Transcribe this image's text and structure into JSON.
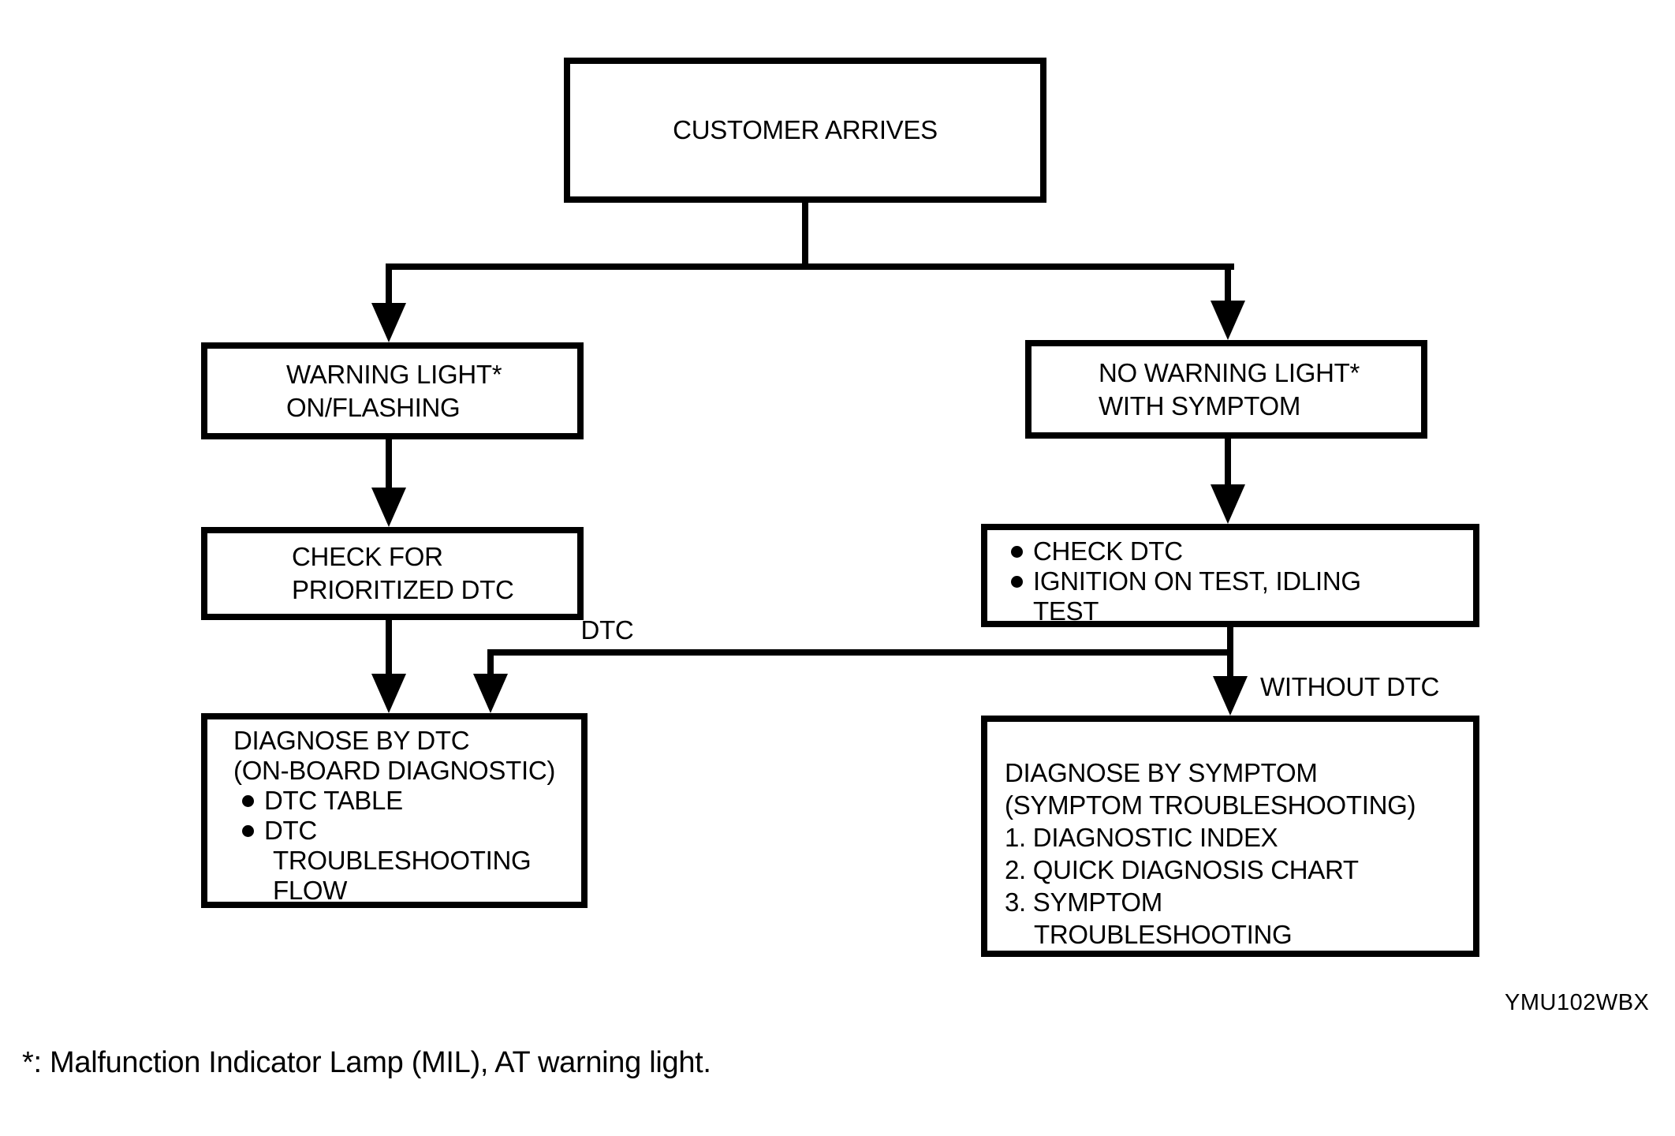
{
  "colors": {
    "ink": "#000000",
    "paper": "#ffffff"
  },
  "flowchart": {
    "customer_box": {
      "label": "CUSTOMER ARRIVES"
    },
    "warning_box": {
      "lines": [
        "WARNING LIGHT*",
        "ON/FLASHING"
      ]
    },
    "no_warning_box": {
      "lines": [
        "NO WARNING LIGHT*",
        "WITH SYMPTOM"
      ]
    },
    "check_prioritized_box": {
      "lines": [
        "CHECK FOR",
        "PRIORITIZED DTC"
      ]
    },
    "check_dtc_box": {
      "bullets": [
        {
          "text": "CHECK DTC"
        },
        {
          "text": "IGNITION ON TEST, IDLING",
          "continuation": "TEST"
        }
      ]
    },
    "diagnose_dtc_box": {
      "heading_lines": [
        "DIAGNOSE BY DTC",
        "(ON-BOARD DIAGNOSTIC)"
      ],
      "bullets": [
        {
          "text": "DTC TABLE"
        },
        {
          "text": "DTC",
          "continuation_lines": [
            "TROUBLESHOOTING",
            "FLOW"
          ]
        }
      ]
    },
    "diagnose_symptom_box": {
      "heading_lines": [
        "DIAGNOSE BY SYMPTOM",
        "(SYMPTOM TROUBLESHOOTING)"
      ],
      "numbered_items": [
        {
          "text": "1. DIAGNOSTIC INDEX"
        },
        {
          "text": "2. QUICK DIAGNOSIS CHART"
        },
        {
          "text": "3. SYMPTOM",
          "continuation": "TROUBLESHOOTING"
        }
      ]
    },
    "edge_labels": {
      "dtc": "DTC",
      "without_dtc": "WITHOUT DTC"
    },
    "figure_code": "YMU102WBX",
    "footnote": "*: Malfunction Indicator Lamp (MIL), AT warning light."
  }
}
